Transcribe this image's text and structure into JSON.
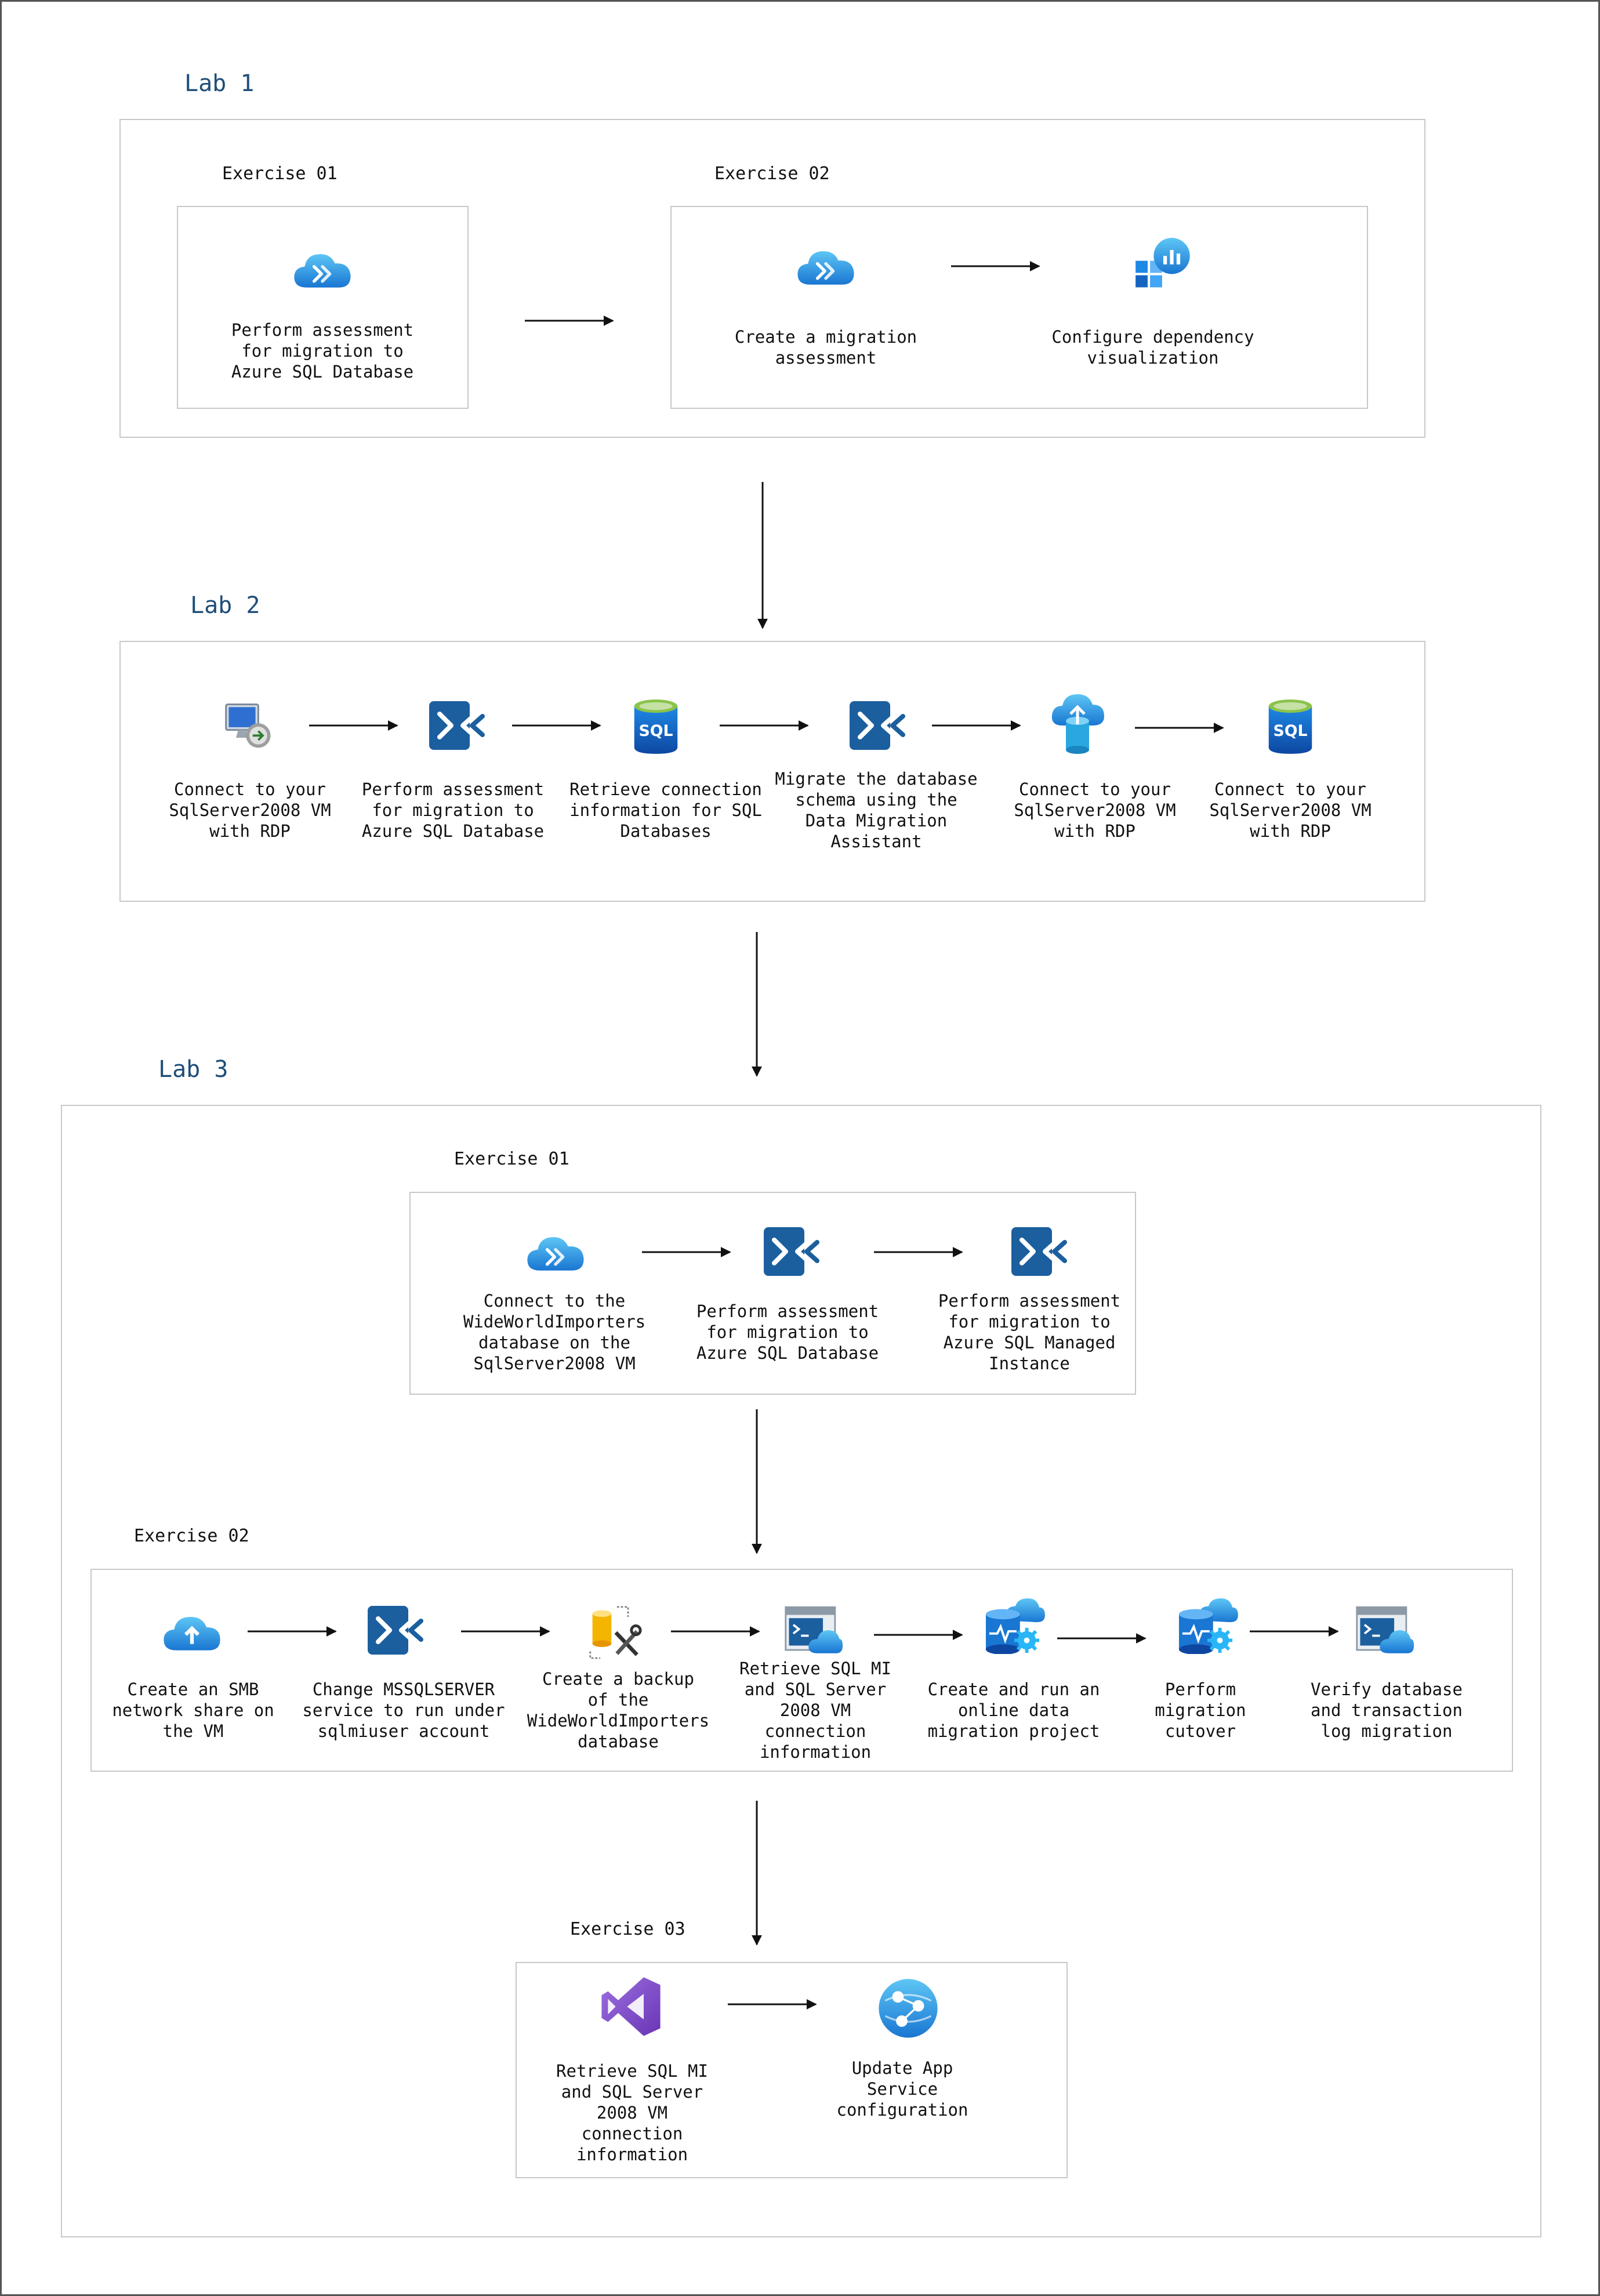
{
  "labs": [
    {
      "title": "Lab 1",
      "exercises": [
        {
          "title": "Exercise 01",
          "steps": [
            "Perform assessment\nfor migration to\nAzure SQL Database"
          ]
        },
        {
          "title": "Exercise 02",
          "steps": [
            "Create a migration\nassessment",
            "Configure dependency\nvisualization"
          ]
        }
      ]
    },
    {
      "title": "Lab 2",
      "steps": [
        "Connect to your\nSqlServer2008 VM\nwith RDP",
        "Perform assessment\nfor migration to\nAzure SQL Database",
        "Retrieve connection\ninformation for SQL\nDatabases",
        "Migrate the database\nschema using the\nData Migration\nAssistant",
        "Connect to your\nSqlServer2008 VM\nwith RDP",
        "Connect to your\nSqlServer2008 VM\nwith RDP"
      ]
    },
    {
      "title": "Lab 3",
      "exercises": [
        {
          "title": "Exercise 01",
          "steps": [
            "Connect to the\nWideWorldImporters\ndatabase on the\nSqlServer2008 VM",
            "Perform assessment\nfor migration to\nAzure SQL Database",
            "Perform assessment\nfor migration to\nAzure SQL Managed\nInstance"
          ]
        },
        {
          "title": "Exercise 02",
          "steps": [
            "Create an SMB\nnetwork share on\nthe VM",
            "Change MSSQLSERVER\nservice to run under\nsqlmiuser account",
            "Create a backup\nof the\nWideWorldImporters\ndatabase",
            "Retrieve SQL MI\nand SQL Server\n2008 VM\nconnection\ninformation",
            "Create and run an\nonline data\nmigration project",
            "Perform\nmigration\ncutover",
            "Verify database\nand transaction\nlog migration"
          ]
        },
        {
          "title": "Exercise 03",
          "steps": [
            "Retrieve SQL MI\nand SQL Server\n2008 VM\nconnection\ninformation",
            "Update App\nService\nconfiguration"
          ]
        }
      ]
    }
  ],
  "icons": {
    "lab1": [
      "azure-migrate-cloud-icon",
      "azure-migrate-cloud-icon",
      "dependency-visualization-icon"
    ],
    "lab2": [
      "remote-desktop-icon",
      "data-migration-assistant-icon",
      "sql-database-icon",
      "data-migration-assistant-icon",
      "cloud-upload-database-icon",
      "sql-database-icon"
    ],
    "lab3_ex1": [
      "azure-migrate-cloud-icon",
      "data-migration-assistant-icon",
      "data-migration-assistant-icon"
    ],
    "lab3_ex2": [
      "cloud-upload-icon",
      "data-migration-assistant-icon",
      "database-backup-tools-icon",
      "cloud-shell-console-icon",
      "database-migration-service-icon",
      "database-migration-service-icon",
      "cloud-shell-console-icon"
    ],
    "lab3_ex3": [
      "visual-studio-icon",
      "app-service-icon"
    ]
  },
  "colors": {
    "lab_title": "#1f4e79",
    "azure_blue": "#0078d4",
    "dma_blue": "#1b6fb0",
    "visual_studio_purple": "#7e4fc2",
    "box_border": "#c8c8c8"
  }
}
